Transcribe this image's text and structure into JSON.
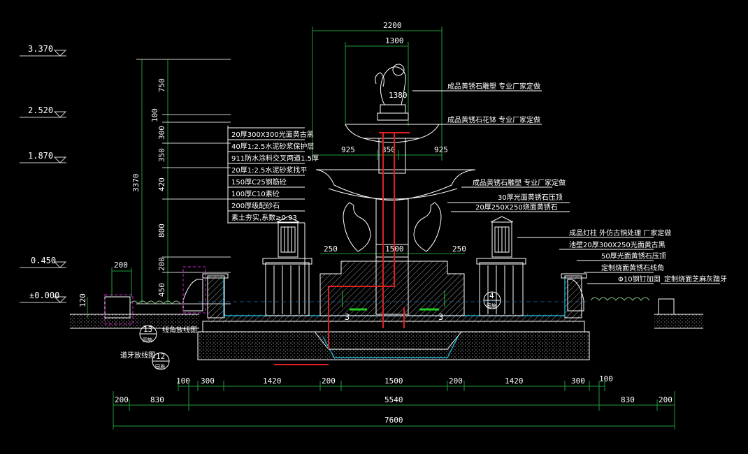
{
  "levels": [
    "3.370",
    "2.520",
    "1.870",
    "0.450",
    "±0.000"
  ],
  "top_dims": [
    "2200",
    "1300"
  ],
  "mid_dims": [
    "925",
    "350",
    "925"
  ],
  "side_dims": [
    "250",
    "1500",
    "250"
  ],
  "left_vertical": {
    "total": "3370",
    "segments": [
      "750",
      "100",
      "300",
      "350",
      "420",
      "800",
      "200",
      "450"
    ]
  },
  "curb": {
    "width": "200",
    "height": "120"
  },
  "layers": [
    "20厚300X300光面黄古黑",
    "40厚1:2.5水泥砂浆保护层",
    "911防水涂料交叉两道1.5厚",
    "20厚1:2.5水泥砂浆找平",
    "150厚C25钢筋砼",
    "100厚C10素砼",
    "200厚级配砂石",
    "素土夯实,系数≥0.93"
  ],
  "notes_right": [
    "成品黄锈石雕塑 专业厂家定做",
    "成品黄锈石花钵 专业厂家定做",
    "成品黄锈石雕塑 专业厂家定做",
    "30厚光面黄锈石压顶",
    "20厚250X250烧面黄锈石",
    "成品灯柱 外仿古铜处理 厂家定做",
    "池壁20厚300X250光面黄古黑",
    "50厚光面黄锈石压顶",
    "定制烧面黄锈石线角",
    "Φ10钢钉加固",
    "定制烧面芝麻灰踏牙"
  ],
  "notes_left": [
    "线角放线图",
    "道牙放线图"
  ],
  "callouts": [
    {
      "num": "13",
      "sheet": "园施"
    },
    {
      "num": "12",
      "sheet": "园施"
    },
    {
      "num": "4",
      "sheet": "园施"
    }
  ],
  "section_marks": [
    "3",
    "3"
  ],
  "sculpture_tag": "1380",
  "bottom_dims_row1": [
    "100",
    "300",
    "1420",
    "200",
    "1500",
    "200",
    "1420",
    "300",
    "100"
  ],
  "bottom_dims_row2": [
    "200",
    "830",
    "5540",
    "830",
    "200"
  ],
  "bottom_total": "7600"
}
